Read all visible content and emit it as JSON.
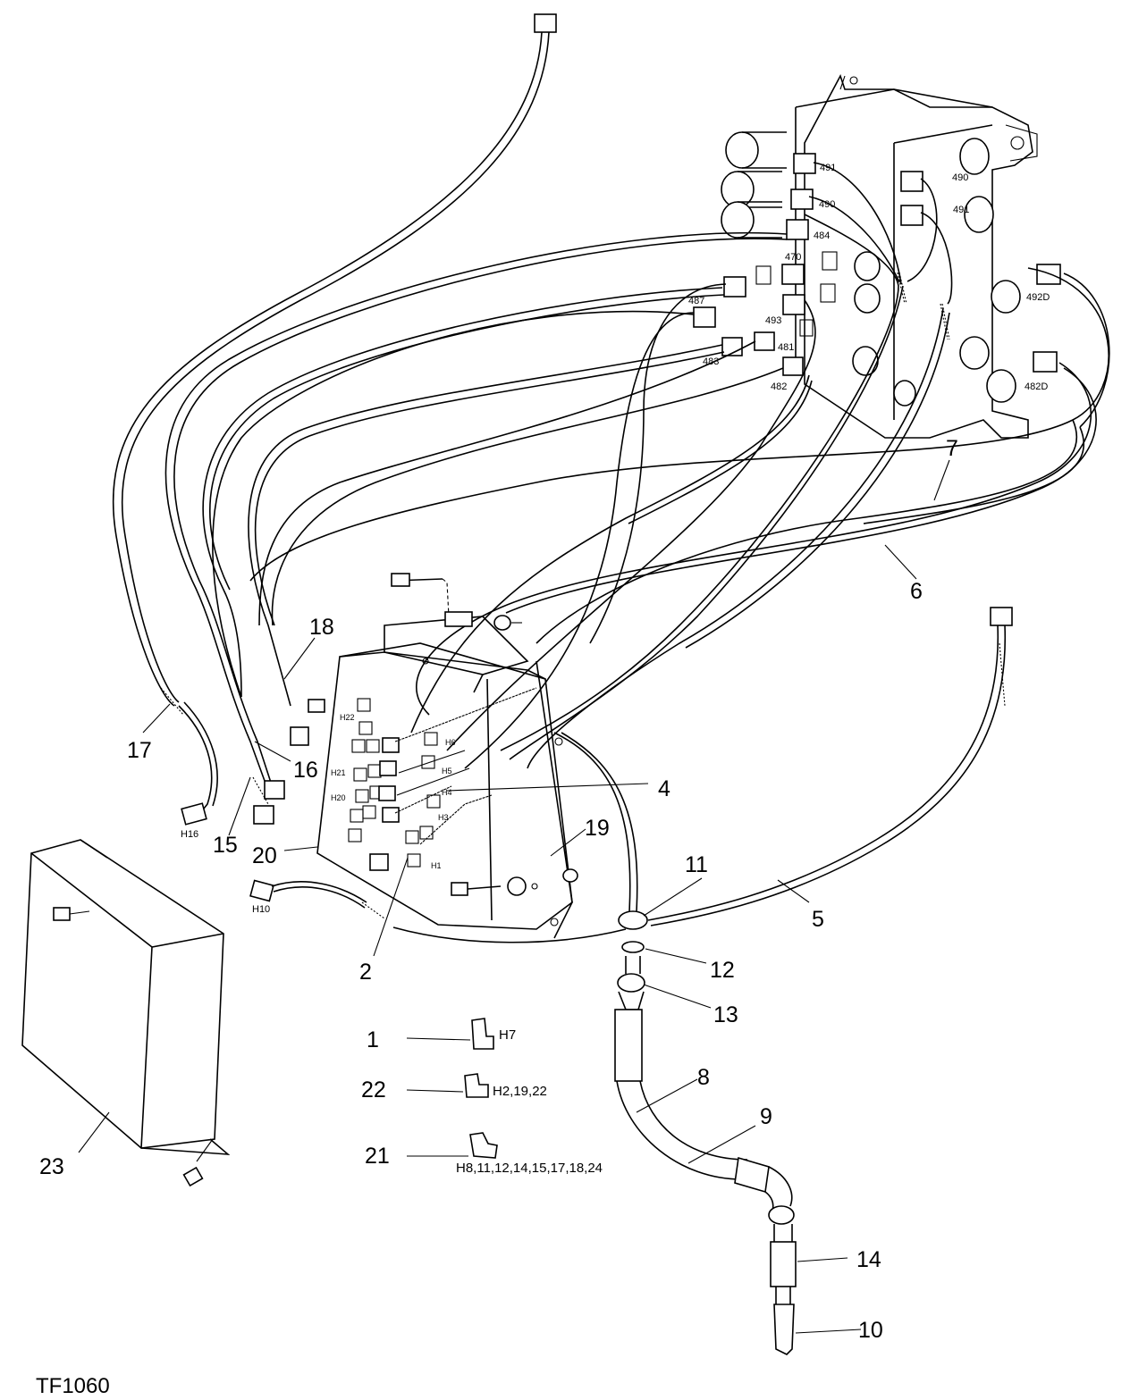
{
  "drawing_id": "TF1060",
  "callouts": [
    "1",
    "2",
    "4",
    "5",
    "6",
    "7",
    "8",
    "9",
    "10",
    "11",
    "12",
    "13",
    "14",
    "15",
    "16",
    "17",
    "18",
    "19",
    "20",
    "21",
    "22",
    "23"
  ],
  "valve_labels": [
    "491",
    "490",
    "484",
    "470",
    "487",
    "493",
    "483",
    "481",
    "482",
    "490",
    "491",
    "492D",
    "482D"
  ],
  "hose_labels": {
    "h16": "H16",
    "h10": "H10",
    "h7": "H7",
    "h_22": "H2,19,22",
    "h_21": "H8,11,12,14,15,17,18,24"
  },
  "panel_ports": [
    "H22",
    "H21",
    "H20",
    "H6",
    "H5",
    "H4",
    "H3",
    "H1"
  ]
}
